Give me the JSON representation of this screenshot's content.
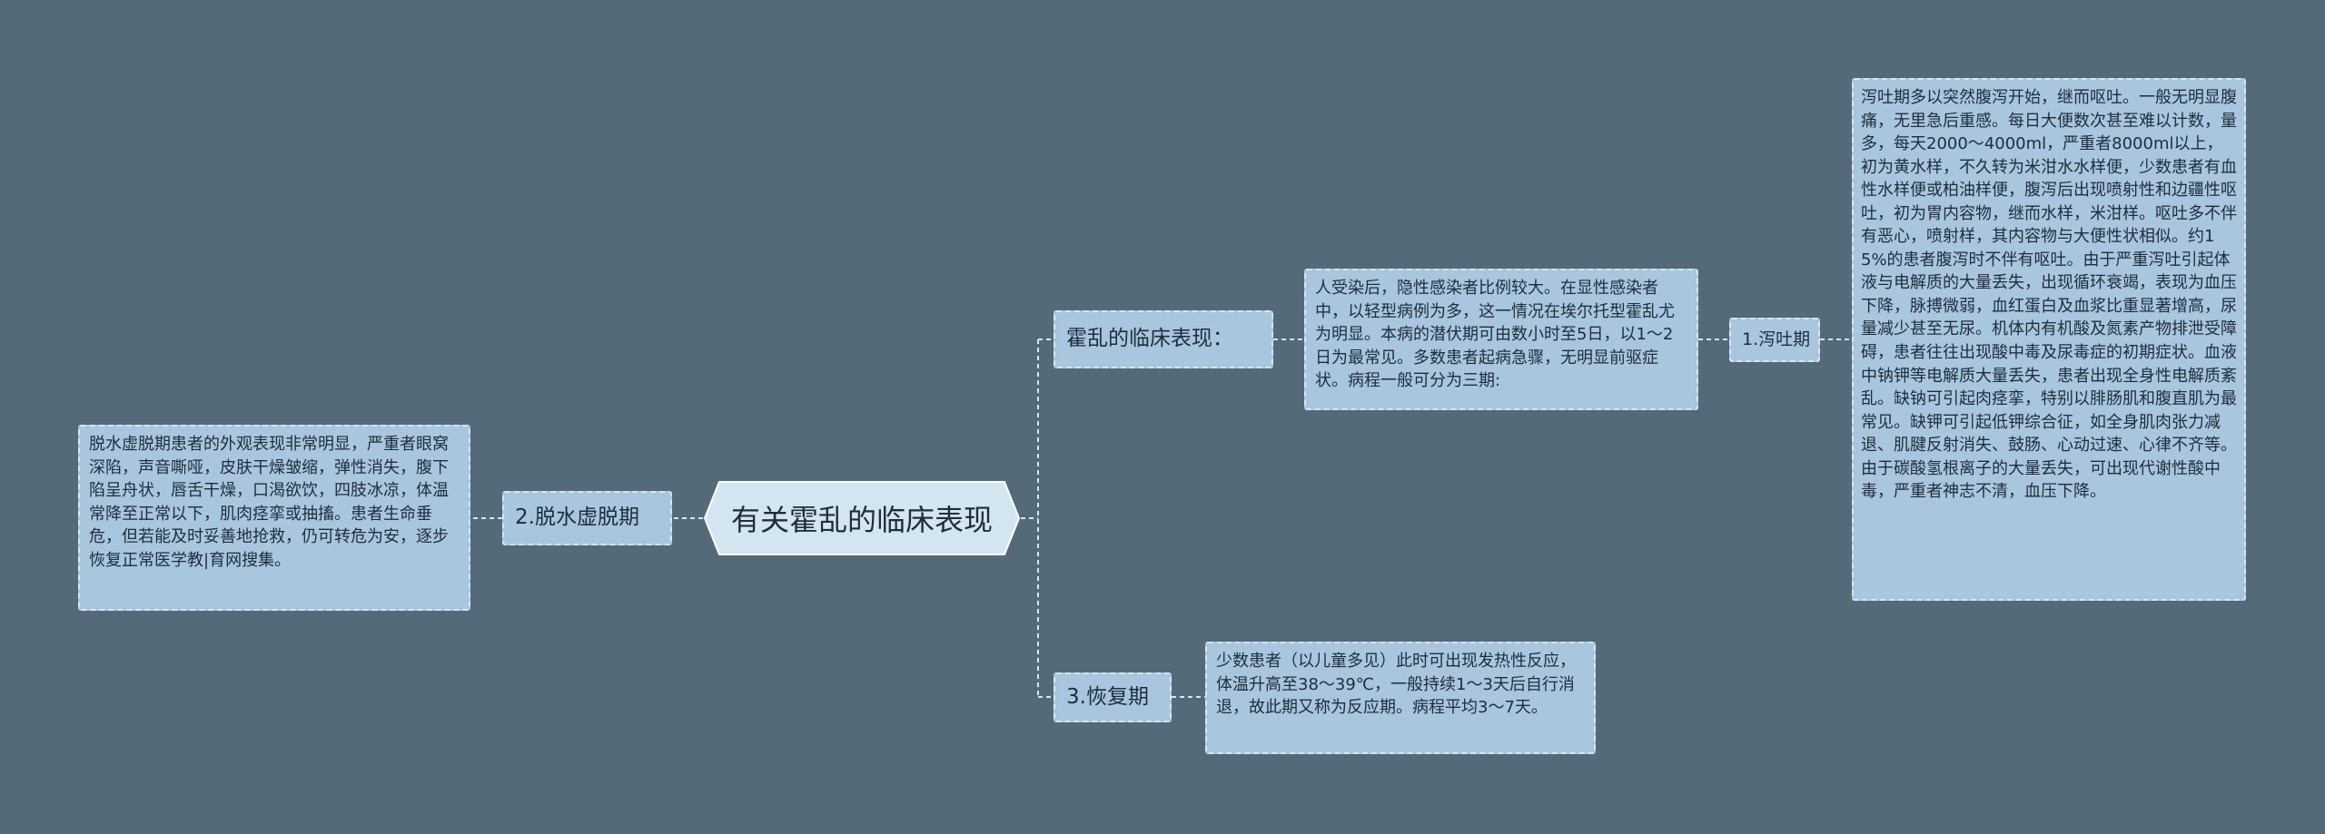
{
  "root": {
    "label": "有关霍乱的临床表现"
  },
  "branches": {
    "clinical": {
      "label": "霍乱的临床表现："
    },
    "dehydration": {
      "label": "2.脱水虚脱期"
    },
    "recovery": {
      "label": "3.恢复期"
    },
    "diarrhea": {
      "label": "1.泻吐期"
    }
  },
  "leaves": {
    "infection": "人受染后，隐性感染者比例较大。在显性感染者中，以轻型病例为多，这一情况在埃尔托型霍乱尤为明显。本病的潜伏期可由数小时至5日，以1～2日为最常见。多数患者起病急骤，无明显前驱症状。病程一般可分为三期:",
    "diarrhea_detail": "泻吐期多以突然腹泻开始，继而呕吐。一般无明显腹痛，无里急后重感。每日大便数次甚至难以计数，量多，每天2000～4000ml，严重者8000ml以上，初为黄水样，不久转为米泔水水样便，少数患者有血性水样便或柏油样便，腹泻后出现喷射性和边疆性呕吐，初为胃内容物，继而水样，米泔样。呕吐多不伴有恶心，喷射样，其内容物与大便性状相似。约15%的患者腹泻时不伴有呕吐。由于严重泻吐引起体液与电解质的大量丢失，出现循环衰竭，表现为血压下降，脉搏微弱，血红蛋白及血浆比重显著增高，尿量减少甚至无尿。机体内有机酸及氮素产物排泄受障碍，患者往往出现酸中毒及尿毒症的初期症状。血液中钠钾等电解质大量丢失，患者出现全身性电解质紊乱。缺钠可引起肉痉挛，特别以腓肠肌和腹直肌为最常见。缺钾可引起低钾综合征，如全身肌肉张力减退、肌腱反射消失、鼓肠、心动过速、心律不齐等。由于碳酸氢根离子的大量丢失，可出现代谢性酸中毒，严重者神志不清，血压下降。",
    "dehydration_detail": "脱水虚脱期患者的外观表现非常明显，严重者眼窝深陷，声音嘶哑，皮肤干燥皱缩，弹性消失，腹下陷呈舟状，唇舌干燥，口渴欲饮，四肢冰凉，体温常降至正常以下，肌肉痉挛或抽搐。患者生命垂危，但若能及时妥善地抢救，仍可转危为安，逐步恢复正常医学教|育网搜集。",
    "recovery_detail": "少数患者（以儿童多见）此时可出现发热性反应，体温升高至38～39℃，一般持续1～3天后自行消退，故此期又称为反应期。病程平均3～7天。"
  },
  "colors": {
    "background": "#546a79",
    "node_fill": "#a8c6de",
    "node_border": "#d8e6f1",
    "root_fill": "#d3e5f1",
    "connector": "#d8e6f1"
  }
}
